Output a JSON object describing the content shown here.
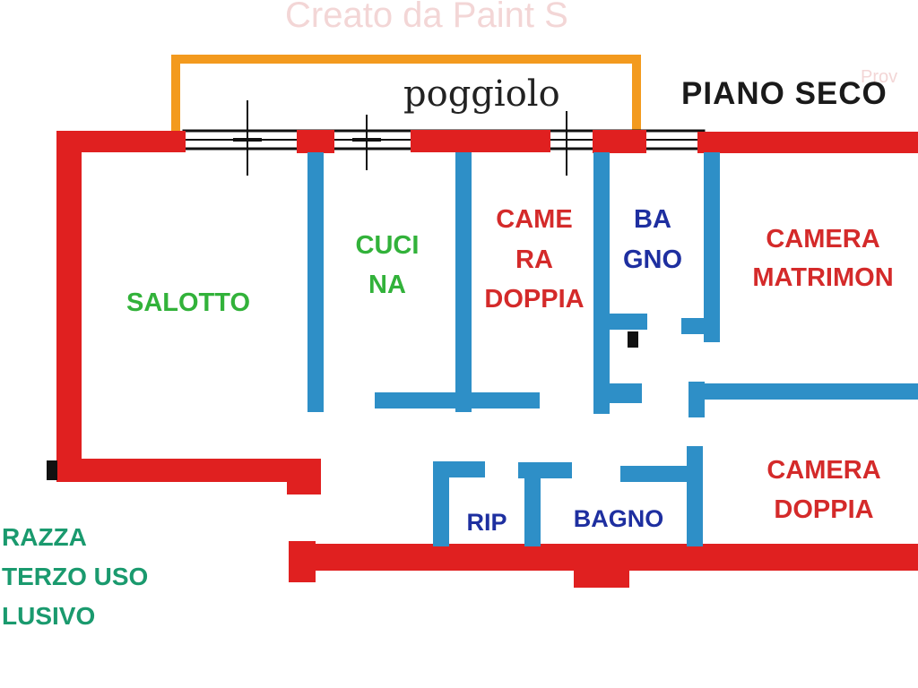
{
  "watermark": "Creato da Paint S",
  "watermark_fragment": "Prov",
  "heading": "PIANO SECO",
  "balcony": "poggiolo",
  "colors": {
    "outer_wall": "#e02020",
    "inner_wall": "#2e8fc7",
    "balcony_outline": "#f39a1e",
    "label_red": "#d42a2a",
    "label_green": "#32b23a",
    "label_blue": "#1e2fa0",
    "label_teal": "#1a9a6e",
    "watermark": "#f3d6d6"
  },
  "rooms": {
    "salotto": "SALOTTO",
    "cucina_1": "CUCI",
    "cucina_2": "NA",
    "camera_doppia_top_1": "CAME",
    "camera_doppia_top_2": "RA",
    "camera_doppia_top_3": "DOPPIA",
    "bagno_top_1": "BA",
    "bagno_top_2": "GNO",
    "camera_matrimoniale_1": "CAMERA",
    "camera_matrimoniale_2": "MATRIMON",
    "ripostiglio": "RIP",
    "bagno_bottom": "BAGNO",
    "camera_doppia_bottom_1": "CAMERA",
    "camera_doppia_bottom_2": "DOPPIA"
  },
  "terrace": {
    "line1": "RAZZA",
    "line2": "TERZO USO",
    "line3": "LUSIVO"
  }
}
